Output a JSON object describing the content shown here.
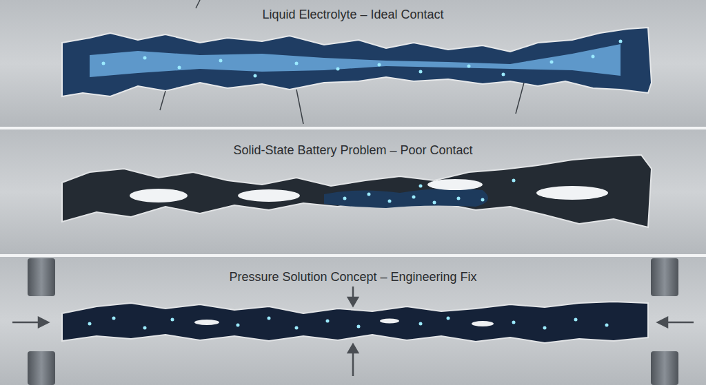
{
  "diagram": {
    "nodes": [
      {
        "text": [
          "Liquid Electrolyte – Ideal Contact"
        ]
      },
      {
        "text": [
          "Solid-State Battery Problem – Poor Contact"
        ]
      },
      {
        "text": [
          "Pressure Solution Concept – Engineering Fix"
        ]
      }
    ]
  }
}
